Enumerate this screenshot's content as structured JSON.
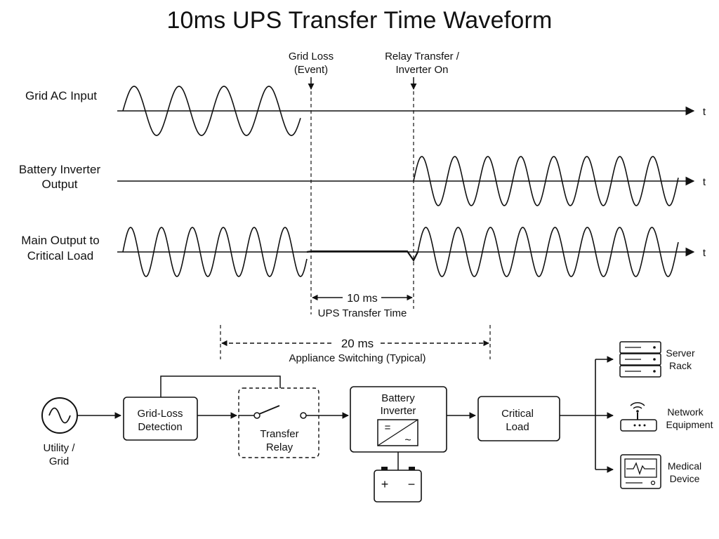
{
  "title": "10ms UPS Transfer Time Waveform",
  "markers": {
    "grid_loss": [
      "Grid Loss",
      "(Event)"
    ],
    "relay_transfer": [
      "Relay Transfer /",
      "Inverter On"
    ]
  },
  "rows": {
    "grid_input": [
      "Grid AC Input"
    ],
    "inverter_output": [
      "Battery Inverter",
      "Output"
    ],
    "main_output": [
      "Main Output to",
      "Critical Load"
    ]
  },
  "axis_label": "t",
  "measurements": {
    "transfer_value": "10 ms",
    "transfer_caption": "UPS Transfer Time",
    "appliance_value": "20 ms",
    "appliance_caption": "Appliance Switching (Typical)"
  },
  "blocks": {
    "utility": [
      "Utility /",
      "Grid"
    ],
    "detection": [
      "Grid-Loss",
      "Detection"
    ],
    "relay": [
      "Transfer",
      "Relay"
    ],
    "inverter": [
      "Battery",
      "Inverter"
    ],
    "load": [
      "Critical",
      "Load"
    ],
    "inverter_symbols": {
      "dc": "=",
      "ac": "~"
    },
    "battery_symbols": {
      "plus": "+",
      "minus": "−"
    }
  },
  "devices": {
    "server": [
      "Server",
      "Rack"
    ],
    "network": [
      "Network",
      "Equipment"
    ],
    "medical": [
      "Medical",
      "Device"
    ]
  }
}
